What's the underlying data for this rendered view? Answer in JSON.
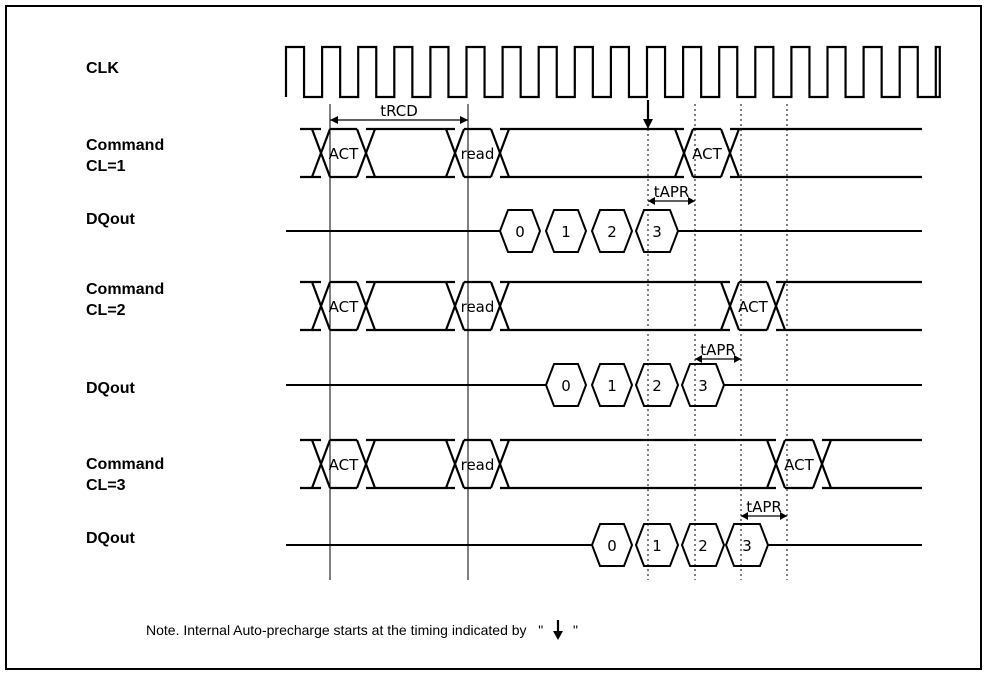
{
  "signals": [
    {
      "id": "clk",
      "label": "CLK"
    },
    {
      "id": "cmd1",
      "label": "Command",
      "label2": "CL=1"
    },
    {
      "id": "dq1",
      "label": "DQout"
    },
    {
      "id": "cmd2",
      "label": "Command",
      "label2": "CL=2"
    },
    {
      "id": "dq2",
      "label": "DQout"
    },
    {
      "id": "cmd3",
      "label": "Command",
      "label2": "CL=3"
    },
    {
      "id": "dq3",
      "label": "DQout"
    }
  ],
  "commands": {
    "act": "ACT",
    "read": "read"
  },
  "data_beats": [
    "0",
    "1",
    "2",
    "3"
  ],
  "timing": {
    "trcd": "tRCD",
    "tapr": "tAPR"
  },
  "note": {
    "text": "Note. Internal Auto-precharge starts at the timing indicated by",
    "quote_open": "\"",
    "quote_close": "\"",
    "arrow_icon": "down-arrow-icon"
  },
  "colors": {
    "line": "#000000",
    "background": "#ffffff"
  }
}
